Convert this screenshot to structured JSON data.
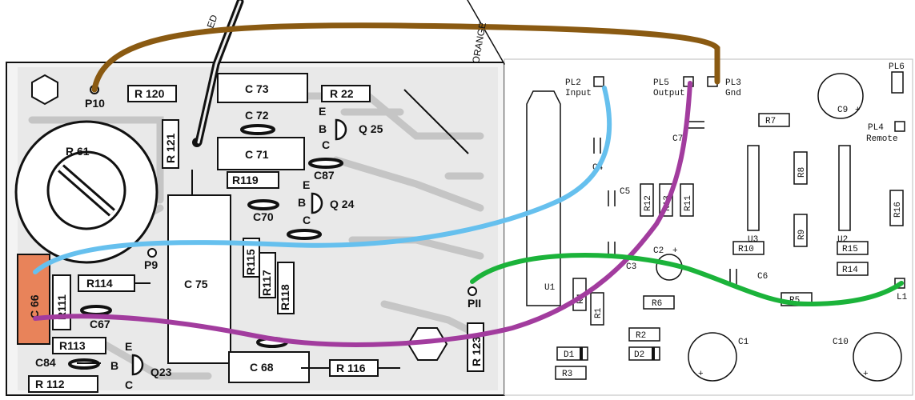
{
  "left_board": {
    "components": {
      "R120": "R 120",
      "C73": "C 73",
      "R22": "R 22",
      "C72": "C 72",
      "Q25": "Q 25",
      "C71": "C 71",
      "C87": "C87",
      "R121": "R 121",
      "R119": "R119",
      "R61": "R 61",
      "C70": "C70",
      "Q24": "Q 24",
      "C75": "C 75",
      "R115": "R115",
      "R117": "R117",
      "R118": "R118",
      "R114": "R114",
      "R111": "R111",
      "C66": "C 66",
      "C67": "C67",
      "R113": "R113",
      "C84": "C84",
      "Q23": "Q23",
      "C68": "C 68",
      "R116": "R 116",
      "R112": "R 112",
      "R123": "R 123"
    },
    "pads": {
      "P10": "P10",
      "P9": "P9",
      "P11": "PII"
    },
    "pin_letters": {
      "E": "E",
      "B": "B",
      "C": "C"
    },
    "wire_labels": {
      "red": "ED",
      "orange": "ORANGE"
    }
  },
  "right_board": {
    "connectors": {
      "PL2": "PL2",
      "PL2_sub": "Input",
      "PL5": "PL5",
      "PL5_sub": "Output",
      "PL3": "PL3",
      "PL3_sub": "Gnd",
      "PL6": "PL6",
      "PL4": "PL4",
      "PL4_sub": "Remote"
    },
    "components": {
      "C9": "C9",
      "C9_plus": "+",
      "R7": "R7",
      "C4": "C4",
      "C5": "C5",
      "C7": "C7",
      "R12": "R12",
      "R13": "R13",
      "R11": "R11",
      "R8": "R8",
      "R9": "R9",
      "R16": "R16",
      "U3": "U3",
      "U2": "U2",
      "R10": "R10",
      "R15": "R15",
      "R14": "R14",
      "C2": "C2",
      "C2_plus": "+",
      "C3": "C3",
      "C6": "C6",
      "R5": "R5",
      "L1": "L1",
      "U1": "U1",
      "R4": "R4",
      "R1": "R1",
      "R6": "R6",
      "R2": "R2",
      "D1": "D1",
      "D2": "D2",
      "R3": "R3",
      "C1": "C1",
      "C10": "C10",
      "plus": "+"
    }
  },
  "wire_colors": {
    "brown": "#8a5a12",
    "blue": "#66c0ee",
    "purple": "#a23c9e",
    "green": "#1bb33a",
    "black": "#111111",
    "highlight": "#e8835a"
  }
}
